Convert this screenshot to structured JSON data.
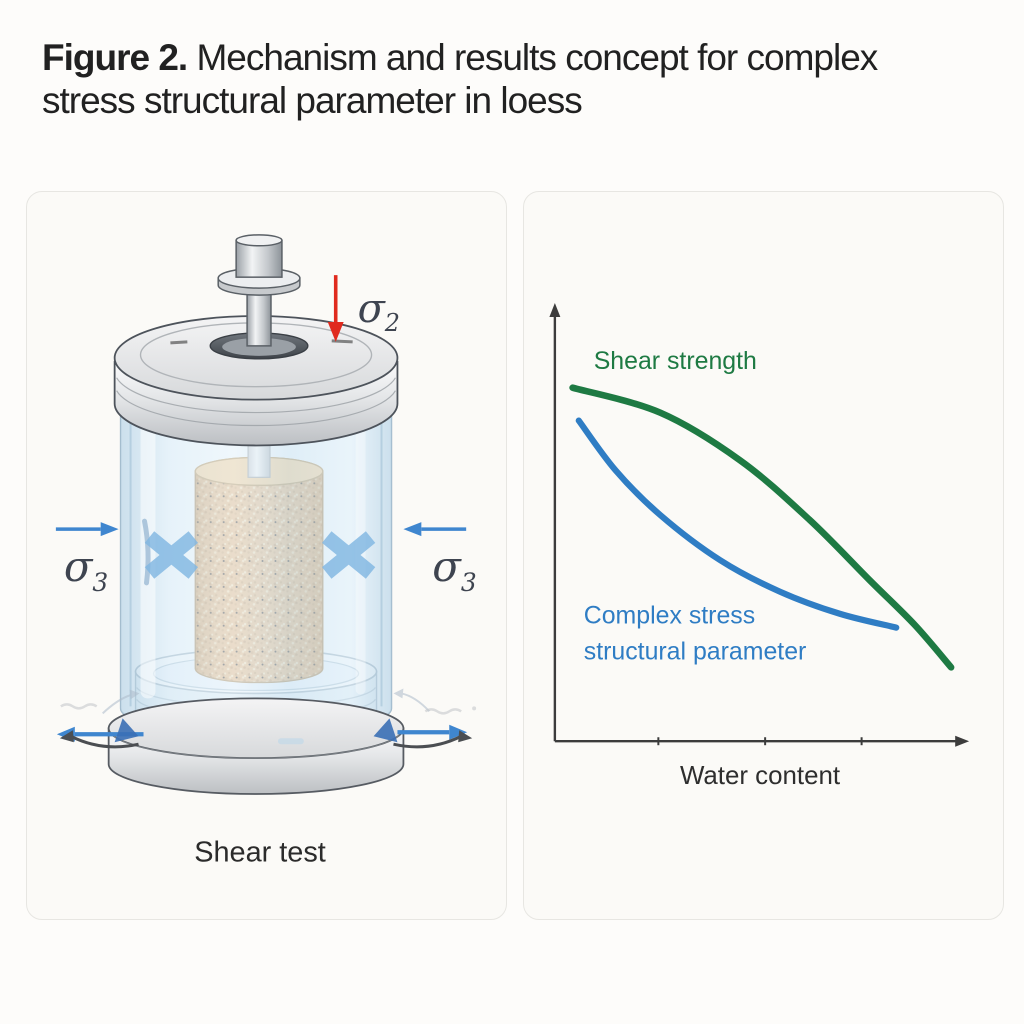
{
  "figure": {
    "label": "Figure 2.",
    "caption": " Mechanism and results concept for complex stress structural parameter in loess"
  },
  "left_panel": {
    "caption": "Shear test",
    "sigma2": {
      "base": "σ",
      "sub": "2"
    },
    "sigma3_left": {
      "base": "σ",
      "sub": "3"
    },
    "sigma3_right": {
      "base": "σ",
      "sub": "3"
    }
  },
  "right_panel": {
    "description": "Concept chart of shear strength and complex stress structural parameter versus water content"
  },
  "colors": {
    "axial_arrow_red": "#e02a1e",
    "confining_arrow_blue": "#3f86cf",
    "shear_cross_blue": "#7fb6e2",
    "sigma_label_gray": "#3e4450",
    "axis_gray": "#3c3c3c",
    "soil_tan": "#d6a468",
    "glass_blue": "#cfe4f2",
    "metal_gray": "#c9cbce"
  },
  "chart_data": {
    "type": "line",
    "title": "",
    "xlabel": "Water content",
    "ylabel": "",
    "x_axis": {
      "label": "Water content",
      "arrow": true,
      "tick_positions_norm": [
        0.251,
        0.51,
        0.744
      ]
    },
    "y_axis": {
      "label": "",
      "arrow": true
    },
    "xlim_norm": [
      0,
      1
    ],
    "ylim_norm": [
      0,
      1
    ],
    "grid": false,
    "legend_position": "inline-labels",
    "trend": "both curves decrease as water content increases",
    "series": [
      {
        "name": "Shear strength",
        "label_lines": [
          "Shear strength"
        ],
        "color": "#1e7a43",
        "points_norm": {
          "x": [
            0.043,
            0.256,
            0.449,
            0.618,
            0.763,
            0.872,
            0.961
          ],
          "y": [
            0.818,
            0.76,
            0.65,
            0.512,
            0.373,
            0.27,
            0.171
          ]
        }
      },
      {
        "name": "Complex stress structural parameter",
        "label_lines": [
          "Complex stress",
          "structural parameter"
        ],
        "color": "#2f7dc4",
        "points_norm": {
          "x": [
            0.058,
            0.147,
            0.256,
            0.401,
            0.546,
            0.691,
            0.828
          ],
          "y": [
            0.742,
            0.627,
            0.523,
            0.419,
            0.346,
            0.295,
            0.263
          ]
        }
      }
    ]
  }
}
